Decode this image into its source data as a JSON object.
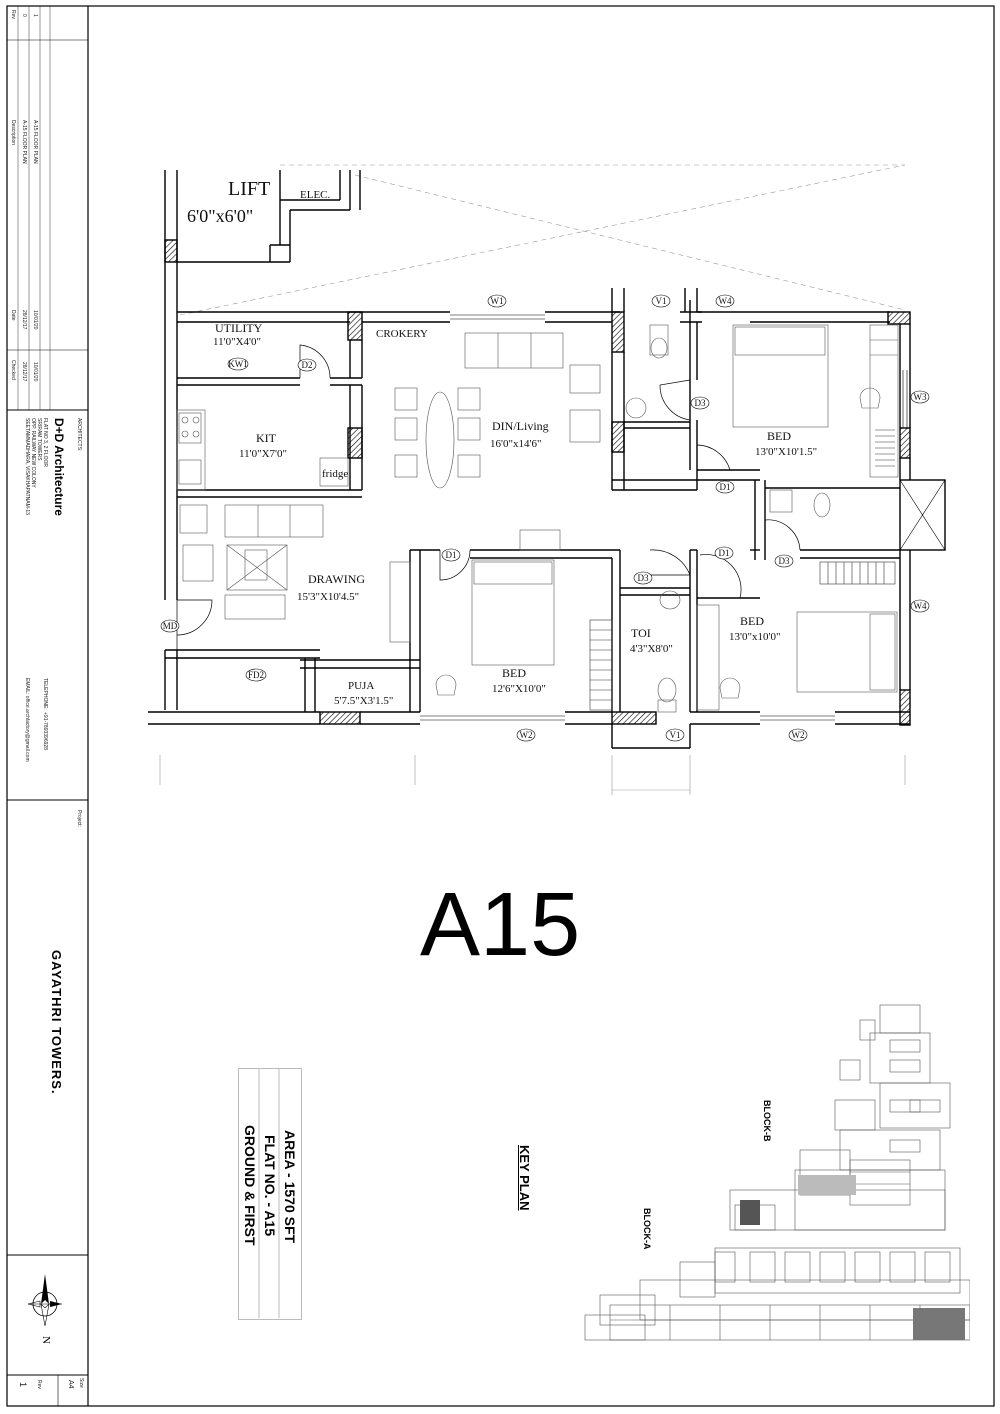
{
  "title_block": {
    "revisions": [
      {
        "rev": "1",
        "description": "A-15 FLOOR PLAN",
        "date": "10/01/20",
        "checked": "10/01/20"
      },
      {
        "rev": "0",
        "description": "A-15 FLOOR PLAN",
        "date": "28/12/17",
        "checked": "28/12/17"
      }
    ],
    "headers": {
      "rev": "Rev",
      "description": "Description",
      "date": "Date",
      "checked": "Checked"
    },
    "architects_label": "ARCHITECTS:",
    "firm_name": "D+D Architecture",
    "address_lines": [
      "FLAT NO 3, 2 FLOOR",
      "SRIRAM TOWERS",
      "OPP. RAILWAY NEW COLONY",
      "SEETAMMADHARA, VISAKHAPATNAM-13"
    ],
    "telephone_label": "TELEPHONE:",
    "telephone": "+91-7893396928",
    "email": "EMAIL: office.archfactory@gmail.com",
    "project_label": "Project:",
    "project_name": "GAYATHRI TOWERS.",
    "north_label": "N",
    "size_label": "Size",
    "size_value": "A4",
    "rev_label": "Rev",
    "rev_value": "1"
  },
  "plan": {
    "rooms": [
      {
        "name": "LIFT",
        "dims": "6'0\"x6'0\""
      },
      {
        "name": "ELEC.",
        "dims": ""
      },
      {
        "name": "UTILITY",
        "dims": "11'0\"X4'0\""
      },
      {
        "name": "CROKERY",
        "dims": ""
      },
      {
        "name": "KIT",
        "dims": "11'0\"X7'0\""
      },
      {
        "name": "fridge",
        "dims": ""
      },
      {
        "name": "DIN/Living",
        "dims": "16'0\"x14'6\""
      },
      {
        "name": "BED",
        "dims": "13'0\"X10'1.5\""
      },
      {
        "name": "DRAWING",
        "dims": "15'3\"X10'4.5\""
      },
      {
        "name": "BED",
        "dims": "12'6\"X10'0\""
      },
      {
        "name": "TOI",
        "dims": "4'3\"X8'0\""
      },
      {
        "name": "BED",
        "dims": "13'0\"x10'0\""
      },
      {
        "name": "PUJA",
        "dims": "5'7.5\"X3'1.5\""
      }
    ],
    "openings": [
      "W1",
      "V1",
      "W4",
      "W3",
      "D3",
      "D1",
      "D2",
      "KW1",
      "D1",
      "D3",
      "D1",
      "D3",
      "W4",
      "MD",
      "FD2",
      "W2",
      "V1",
      "W2"
    ]
  },
  "flat_label": "A15",
  "info_box": {
    "area": "AREA - 1570 SFT",
    "flat_no": "FLAT NO. - A15",
    "floors": "GROUND & FIRST"
  },
  "key_plan": {
    "heading": "KEY PLAN",
    "block_b": "BLOCK-B",
    "block_a": "BLOCK-A"
  }
}
